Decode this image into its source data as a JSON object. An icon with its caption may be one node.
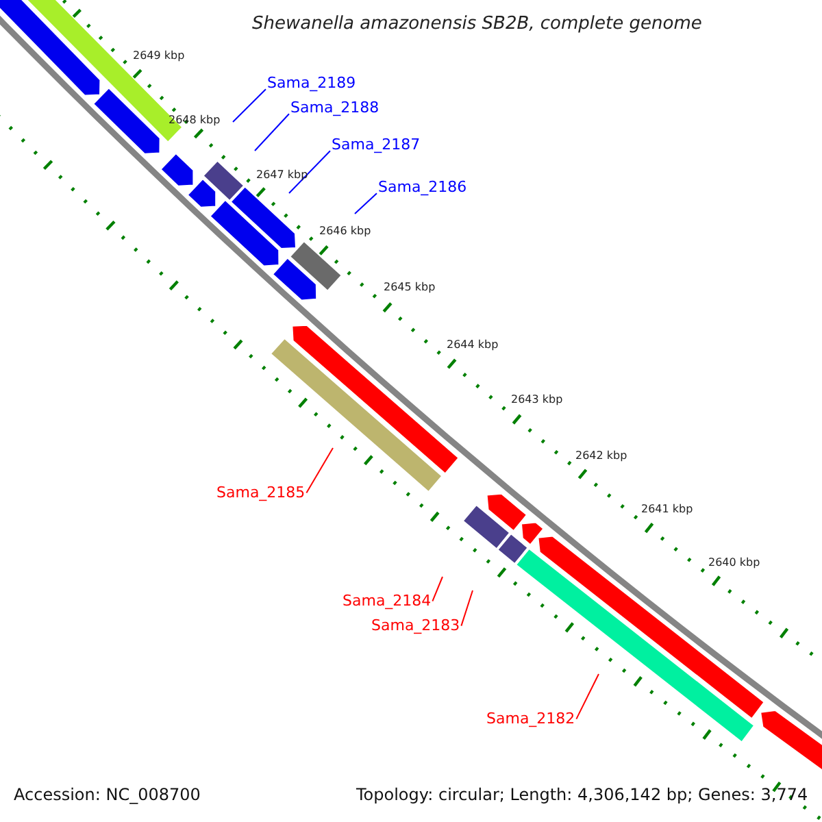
{
  "diagram": {
    "title": "Shewanella amazonensis SB2B, complete genome",
    "nodes": [
      {
        "text": [
          "Sama_2189"
        ]
      },
      {
        "text": [
          "Sama_2188"
        ]
      },
      {
        "text": [
          "Sama_2187"
        ]
      },
      {
        "text": [
          "Sama_2186"
        ]
      },
      {
        "text": [
          "Sama_2185"
        ]
      },
      {
        "text": [
          "Sama_2184"
        ]
      },
      {
        "text": [
          "Sama_2183"
        ]
      },
      {
        "text": [
          "Sama_2182"
        ]
      }
    ],
    "edges": [
      {
        "from": 0,
        "to": null,
        "arrow": "none"
      },
      {
        "from": 1,
        "to": null,
        "arrow": "none"
      },
      {
        "from": 2,
        "to": null,
        "arrow": "none"
      },
      {
        "from": 3,
        "to": null,
        "arrow": "none"
      },
      {
        "from": 4,
        "to": null,
        "arrow": "none",
        "color": "#ff0000"
      },
      {
        "from": 5,
        "to": null,
        "arrow": "none",
        "color": "#ff0000"
      },
      {
        "from": 6,
        "to": null,
        "arrow": "none",
        "color": "#ff0000"
      },
      {
        "from": 7,
        "to": null,
        "arrow": "none",
        "color": "#ff0000"
      }
    ],
    "labels": [
      "2649 kbp",
      "2648 kbp",
      "2647 kbp",
      "2646 kbp",
      "2645 kbp",
      "2644 kbp",
      "2643 kbp",
      "2642 kbp",
      "2641 kbp",
      "2640 kbp",
      "Accession: NC_008700",
      "Topology: circular; Length: 4,306,142 bp; Genes: 3,774"
    ]
  }
}
